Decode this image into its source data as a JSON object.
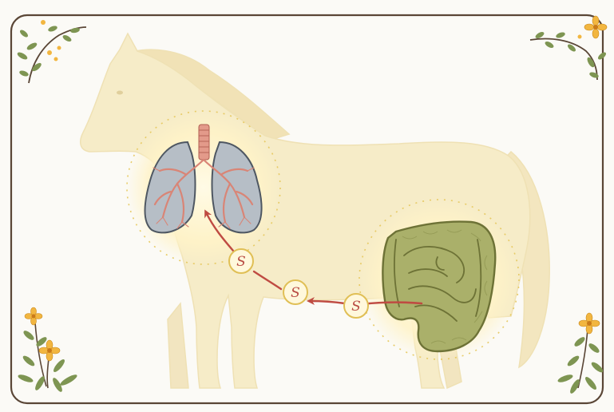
{
  "colors": {
    "background": "#fbfaf6",
    "frame": "#5a4636",
    "horse": "#f6ecc8",
    "horse_shadow": "#efe1b4",
    "glow": "#fff6d2",
    "glow_ticks": "#e6c75a",
    "lung_fill": "#b6bec6",
    "lung_outline": "#4e5762",
    "airway": "#d98576",
    "intestine_fill": "#aab06a",
    "intestine_outline": "#6d7236",
    "arrow": "#bf4b42",
    "worm": "#b84a42",
    "flower": "#f2b640",
    "leaf": "#7e9552"
  },
  "icons": {
    "parasite_stage": "larva-icon",
    "migration_arrow": "arrow-icon",
    "organ_lungs": "lungs-icon",
    "organ_intestines": "intestines-icon"
  },
  "stages": [
    {
      "glyph": "S"
    },
    {
      "glyph": "S"
    },
    {
      "glyph": "S"
    }
  ]
}
